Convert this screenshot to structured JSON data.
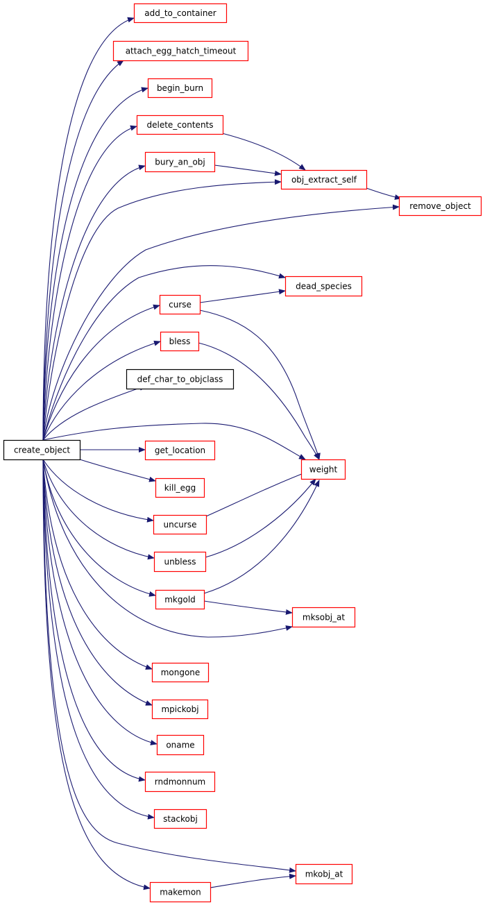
{
  "colors": {
    "edge": "#191970",
    "node_border": "#ff0000",
    "root_border": "#000000",
    "root_fill": "#bfbfbf",
    "plain_border": "#000000"
  },
  "nodes": [
    {
      "id": "create_object",
      "label": "create_object",
      "style": "root"
    },
    {
      "id": "add_to_container",
      "label": "add_to_container",
      "style": "linked"
    },
    {
      "id": "attach_egg_hatch_timeout",
      "label": "attach_egg_hatch_timeout",
      "style": "linked"
    },
    {
      "id": "begin_burn",
      "label": "begin_burn",
      "style": "linked"
    },
    {
      "id": "delete_contents",
      "label": "delete_contents",
      "style": "linked"
    },
    {
      "id": "bury_an_obj",
      "label": "bury_an_obj",
      "style": "linked"
    },
    {
      "id": "obj_extract_self",
      "label": "obj_extract_self",
      "style": "linked"
    },
    {
      "id": "remove_object",
      "label": "remove_object",
      "style": "linked"
    },
    {
      "id": "dead_species",
      "label": "dead_species",
      "style": "linked"
    },
    {
      "id": "curse",
      "label": "curse",
      "style": "linked"
    },
    {
      "id": "bless",
      "label": "bless",
      "style": "linked"
    },
    {
      "id": "def_char_to_objclass",
      "label": "def_char_to_objclass",
      "style": "plain"
    },
    {
      "id": "get_location",
      "label": "get_location",
      "style": "linked"
    },
    {
      "id": "weight",
      "label": "weight",
      "style": "linked"
    },
    {
      "id": "kill_egg",
      "label": "kill_egg",
      "style": "linked"
    },
    {
      "id": "uncurse",
      "label": "uncurse",
      "style": "linked"
    },
    {
      "id": "unbless",
      "label": "unbless",
      "style": "linked"
    },
    {
      "id": "mkgold",
      "label": "mkgold",
      "style": "linked"
    },
    {
      "id": "mksobj_at",
      "label": "mksobj_at",
      "style": "linked"
    },
    {
      "id": "mongone",
      "label": "mongone",
      "style": "linked"
    },
    {
      "id": "mpickobj",
      "label": "mpickobj",
      "style": "linked"
    },
    {
      "id": "oname",
      "label": "oname",
      "style": "linked"
    },
    {
      "id": "rndmonnum",
      "label": "rndmonnum",
      "style": "linked"
    },
    {
      "id": "stackobj",
      "label": "stackobj",
      "style": "linked"
    },
    {
      "id": "mkobj_at",
      "label": "mkobj_at",
      "style": "linked"
    },
    {
      "id": "makemon",
      "label": "makemon",
      "style": "linked"
    }
  ],
  "edges": [
    {
      "from": "create_object",
      "to": "add_to_container"
    },
    {
      "from": "create_object",
      "to": "attach_egg_hatch_timeout"
    },
    {
      "from": "create_object",
      "to": "begin_burn"
    },
    {
      "from": "create_object",
      "to": "delete_contents"
    },
    {
      "from": "create_object",
      "to": "bury_an_obj"
    },
    {
      "from": "create_object",
      "to": "obj_extract_self"
    },
    {
      "from": "create_object",
      "to": "remove_object"
    },
    {
      "from": "create_object",
      "to": "dead_species"
    },
    {
      "from": "create_object",
      "to": "curse"
    },
    {
      "from": "create_object",
      "to": "bless"
    },
    {
      "from": "create_object",
      "to": "def_char_to_objclass"
    },
    {
      "from": "create_object",
      "to": "weight"
    },
    {
      "from": "create_object",
      "to": "get_location"
    },
    {
      "from": "create_object",
      "to": "kill_egg"
    },
    {
      "from": "create_object",
      "to": "uncurse"
    },
    {
      "from": "create_object",
      "to": "unbless"
    },
    {
      "from": "create_object",
      "to": "mkgold"
    },
    {
      "from": "create_object",
      "to": "mksobj_at"
    },
    {
      "from": "create_object",
      "to": "mongone"
    },
    {
      "from": "create_object",
      "to": "mpickobj"
    },
    {
      "from": "create_object",
      "to": "oname"
    },
    {
      "from": "create_object",
      "to": "rndmonnum"
    },
    {
      "from": "create_object",
      "to": "stackobj"
    },
    {
      "from": "create_object",
      "to": "mkobj_at"
    },
    {
      "from": "create_object",
      "to": "makemon"
    },
    {
      "from": "delete_contents",
      "to": "obj_extract_self"
    },
    {
      "from": "bury_an_obj",
      "to": "obj_extract_self"
    },
    {
      "from": "obj_extract_self",
      "to": "remove_object"
    },
    {
      "from": "curse",
      "to": "dead_species"
    },
    {
      "from": "curse",
      "to": "weight"
    },
    {
      "from": "bless",
      "to": "weight"
    },
    {
      "from": "uncurse",
      "to": "weight"
    },
    {
      "from": "unbless",
      "to": "weight"
    },
    {
      "from": "mkgold",
      "to": "weight"
    },
    {
      "from": "mkgold",
      "to": "mksobj_at"
    },
    {
      "from": "makemon",
      "to": "mkobj_at"
    }
  ]
}
